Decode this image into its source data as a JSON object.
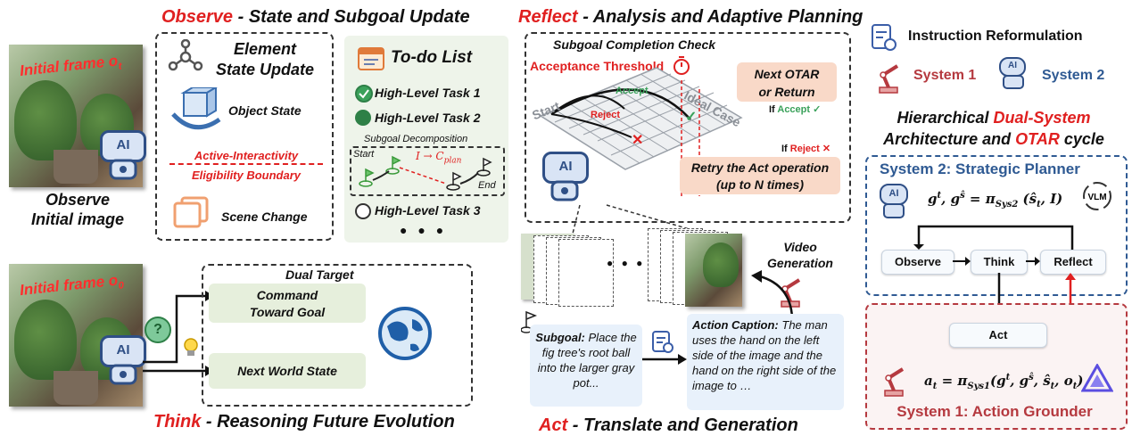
{
  "observe": {
    "title_hl": "Observe",
    "title_rest": " - State and Subgoal Update",
    "initial_frame_label": "Initial frame o",
    "initial_frame_sub": "t",
    "caption_line1": "Observe",
    "caption_line2": "Initial image",
    "element_state_title_1": "Element",
    "element_state_title_2": "State Update",
    "object_state": "Object State",
    "boundary_1": "Active-Interactivity",
    "boundary_2": "Eligibility Boundary",
    "scene_change": "Scene Change",
    "todo_title": "To-do List",
    "task1": "High-Level Task 1",
    "task2": "High-Level Task 2",
    "subgoal_decomp": "Subgoal Decomposition",
    "start": "Start",
    "end": "End",
    "plan_label": "I → C",
    "plan_sub": "plan",
    "task3": "High-Level Task 3",
    "dots": "● ● ●"
  },
  "think": {
    "title_hl": "Think",
    "title_rest": " - Reasoning Future Evolution",
    "initial_frame_label": "Initial frame o",
    "initial_frame_sub": "0",
    "dual_target": "Dual Target",
    "command_1": "Command",
    "command_2": "Toward Goal",
    "next_world": "Next  World State",
    "question": "?"
  },
  "reflect": {
    "title_hl": "Reflect",
    "title_rest": " - Analysis and Adaptive Planning",
    "completion_check": "Subgoal Completion Check",
    "acceptance": "Acceptance Threshold",
    "accept": "Accept",
    "reject": "Reject",
    "start": "Start",
    "ideal": "Ideal Case",
    "next_otar_1": "Next OTAR",
    "next_otar_2": "or Return",
    "if_accept_prefix": "If ",
    "if_accept": "Accept",
    "if_reject_prefix": "If ",
    "if_reject": "Reject",
    "retry_1": "Retry the Act operation",
    "retry_2": "(up to N times)"
  },
  "act": {
    "title_hl": "Act",
    "title_rest": " - Translate and Generation",
    "video_gen_1": "Video",
    "video_gen_2": "Generation",
    "subgoal_label": "Subgoal:",
    "subgoal_text": "Place the fig tree's root ball into the larger gray pot...",
    "caption_label": "Action Caption:",
    "caption_text": "The man uses the hand on the left side of the image and the hand on the right side of the image to …",
    "dots": "● ● ●"
  },
  "legend": {
    "instruction": "Instruction Reformulation",
    "system1": "System 1",
    "system2": "System 2",
    "arch_1a": "Hierarchical ",
    "arch_1b": "Dual-System",
    "arch_2a": "Architecture and ",
    "arch_2b": "OTAR",
    "arch_2c": " cycle"
  },
  "system2": {
    "title": "System 2: Strategic Planner",
    "formula": "g",
    "observe": "Observe",
    "think": "Think",
    "reflect": "Reflect",
    "vlm": "VLM"
  },
  "system1": {
    "title": "System 1: Action Grounder",
    "act": "Act"
  },
  "colors": {
    "accent_red": "#e02020",
    "system1": "#b5393f",
    "system2": "#2f5a93",
    "green": "#2e9a4a"
  }
}
